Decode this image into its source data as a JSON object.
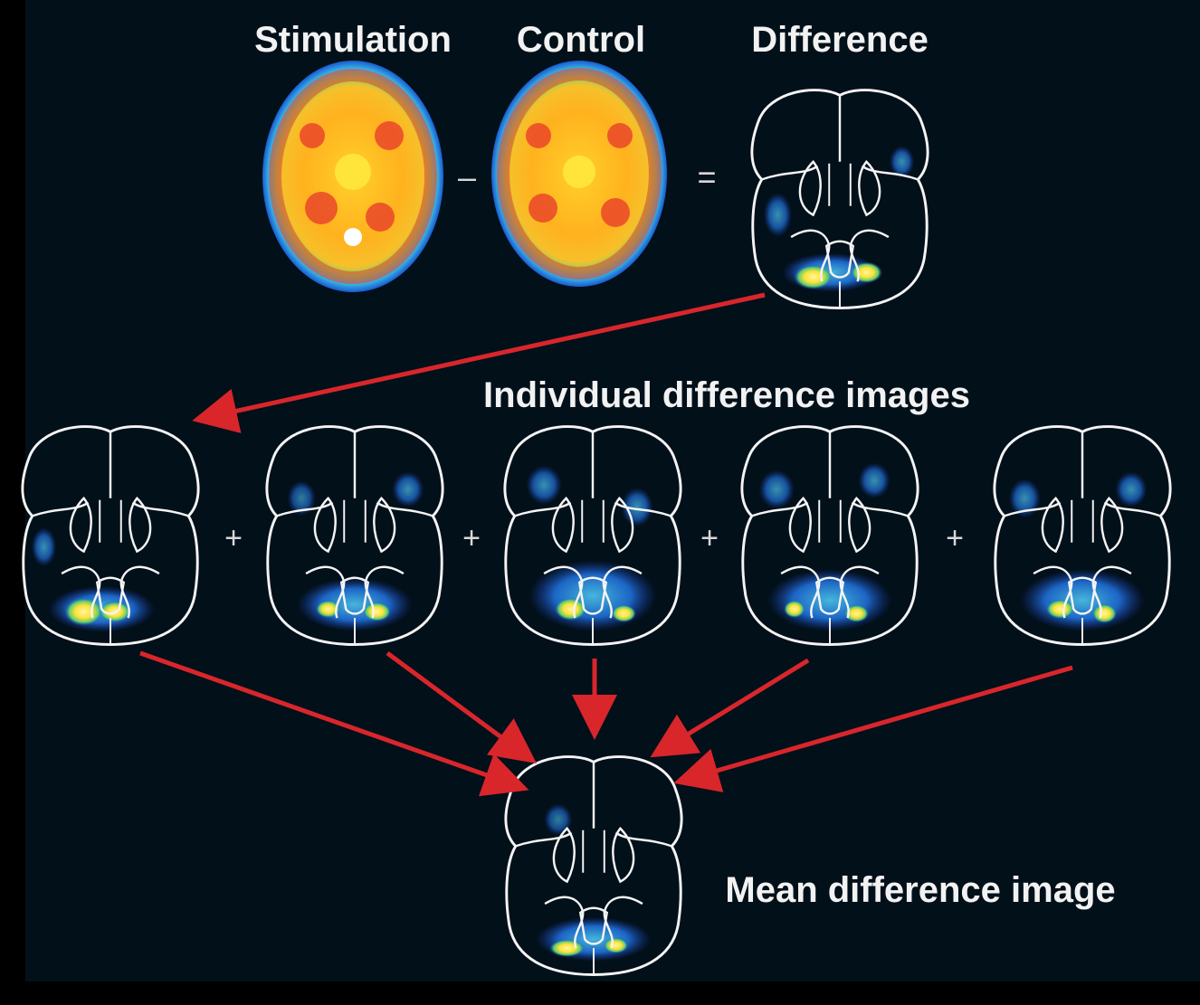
{
  "top_labels": {
    "stimulation": "Stimulation",
    "control": "Control",
    "difference": "Difference"
  },
  "operators": {
    "minus": "–",
    "equals": "=",
    "plus": "+"
  },
  "individual_label": "Individual difference images",
  "mean_label": "Mean difference image",
  "colors": {
    "background": "#02101a",
    "arrow": "#d8262b",
    "outline": "#f4f4f4",
    "pet_red": "#e8402a",
    "pet_orange": "#f59a1e",
    "pet_yellow": "#ffe53a",
    "pet_green": "#5fd06a",
    "pet_cyan": "#35b8e8",
    "pet_blue": "#1a4fc8",
    "pet_magenta": "#b030b8"
  },
  "icons": {
    "pet_scan": "pet-scan-icon",
    "brain_outline": "brain-outline-icon",
    "arrow": "arrow-icon"
  }
}
